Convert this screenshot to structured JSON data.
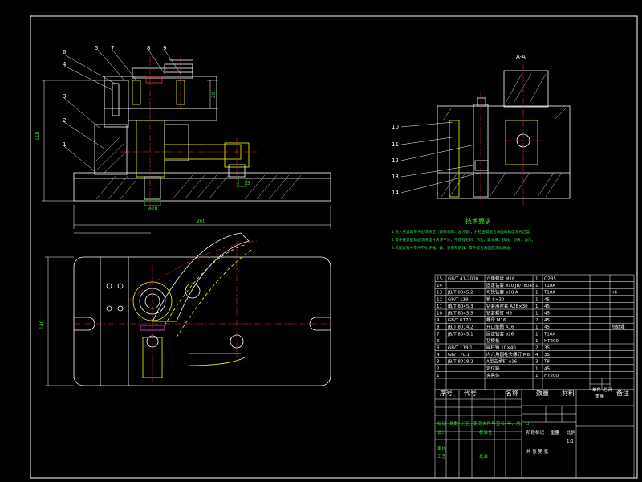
{
  "drawing": {
    "view_label": "A-A",
    "tech_title": "技术要求",
    "tech_notes": [
      "1.装入夹具的零件必须清洁（去除毛刺、油污等），并检查其配合表面的精度与光洁度。",
      "2.零件在装配前必须清理并清洗干净，不得有毛刺、飞边、氧化皮、锈蚀、切屑、油污。",
      "3.装配过程中零件不允许磕、碰、划伤和锈蚀，零件配合表面应涂润滑油。"
    ],
    "front_callouts": [
      "6",
      "4",
      "5",
      "7",
      "8",
      "9",
      "3",
      "2",
      "1"
    ],
    "section_callouts": [
      "10",
      "11",
      "12",
      "13",
      "14"
    ],
    "dims": {
      "height_total": "118",
      "width_total": "260",
      "plan_height": "140",
      "base_h": "15",
      "shaft": "ø20",
      "top_h": "20"
    },
    "colors": {
      "line": "#ffffff",
      "accent_yellow": "#ffff00",
      "accent_red": "#ff3030",
      "accent_green": "#3fdc3f",
      "accent_magenta": "#ff40ff",
      "frame": "#ffffff"
    }
  },
  "bom": {
    "rows": [
      {
        "no": "15",
        "code": "GB/T 41-2000",
        "name": "六角螺母 M16",
        "qty": "1",
        "mat": "Q235",
        "note": ""
      },
      {
        "no": "14",
        "code": "",
        "name": "固定钻套 ø10 JB/T8045",
        "qty": "1",
        "mat": "T10A",
        "note": ""
      },
      {
        "no": "13",
        "code": "JB/T 8045.2",
        "name": "可换钻套 ø10 A",
        "qty": "1",
        "mat": "T10A",
        "note": "h6"
      },
      {
        "no": "12",
        "code": "GB/T 119",
        "name": "销 8×30",
        "qty": "1",
        "mat": "45",
        "note": ""
      },
      {
        "no": "11",
        "code": "JB/T 8045.3",
        "name": "钻套用衬套 A28×30",
        "qty": "1",
        "mat": "45",
        "note": ""
      },
      {
        "no": "10",
        "code": "JB/T 8045.5",
        "name": "钻套螺钉 M8",
        "qty": "1",
        "mat": "45",
        "note": ""
      },
      {
        "no": "9",
        "code": "GB/T 6170",
        "name": "螺母 M16",
        "qty": "2",
        "mat": "45",
        "note": ""
      },
      {
        "no": "8",
        "code": "JB/T 8014.2",
        "name": "开口垫圈 A16",
        "qty": "1",
        "mat": "45",
        "note": "热处理"
      },
      {
        "no": "7",
        "code": "JB/T 8045.1",
        "name": "固定钻套 ø26",
        "qty": "1",
        "mat": "T10A",
        "note": ""
      },
      {
        "no": "6",
        "code": "",
        "name": "钻模板",
        "qty": "1",
        "mat": "HT200",
        "note": ""
      },
      {
        "no": "5",
        "code": "GB/T 119.1",
        "name": "圆柱销 10×40",
        "qty": "2",
        "mat": "35",
        "note": ""
      },
      {
        "no": "4",
        "code": "GB/T 70.1",
        "name": "内六角圆柱头螺钉 M8",
        "qty": "4",
        "mat": "35",
        "note": ""
      },
      {
        "no": "3",
        "code": "JB/T 8018.2",
        "name": "A型支承钉 A16",
        "qty": "3",
        "mat": "T8",
        "note": ""
      },
      {
        "no": "2",
        "code": "",
        "name": "定位轴",
        "qty": "1",
        "mat": "45",
        "note": ""
      },
      {
        "no": "1",
        "code": "",
        "name": "夹具体",
        "qty": "1",
        "mat": "HT200",
        "note": ""
      }
    ],
    "header": {
      "no": "序号",
      "code": "代号",
      "name": "名称",
      "qty": "数量",
      "mat": "材料",
      "unit": "单件",
      "total": "总计",
      "weight": "重量",
      "note": "备注"
    }
  },
  "title_block": {
    "row1": [
      "标记",
      "处数",
      "分区",
      "更改文件号",
      "签名",
      "年、月、日"
    ],
    "designer": "设计",
    "standard": "标准化",
    "checker": "审核",
    "process": "工艺",
    "approve": "批准",
    "stage": "阶段标记",
    "weight": "重量",
    "scale": "比例",
    "scale_value": "1:1",
    "sheet": "共  张  第  张"
  }
}
